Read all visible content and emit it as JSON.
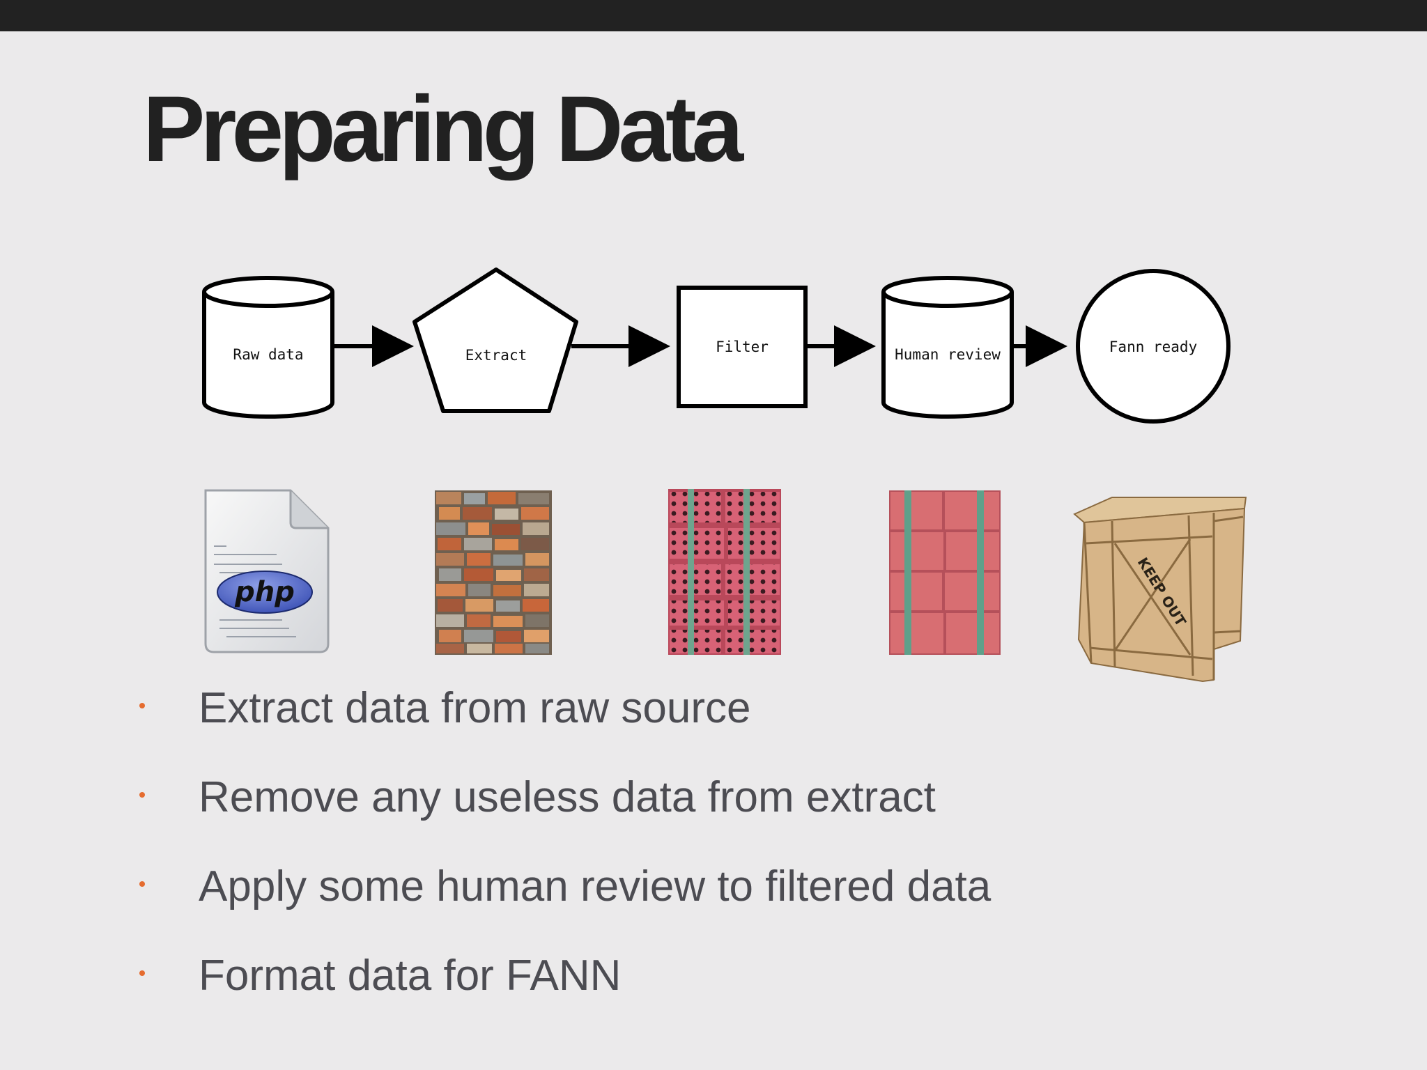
{
  "slide": {
    "title": "Preparing Data",
    "accent_color": "#e56c2f",
    "background": "#ebeaeb"
  },
  "flow": {
    "nodes": [
      {
        "label": "Raw data",
        "shape": "cylinder"
      },
      {
        "label": "Extract",
        "shape": "pentagon"
      },
      {
        "label": "Filter",
        "shape": "square"
      },
      {
        "label": "Human review",
        "shape": "cylinder"
      },
      {
        "label": "Fann ready",
        "shape": "circle"
      }
    ]
  },
  "images": {
    "php_file": {
      "logo_text": "php",
      "icon": "php-file-icon"
    },
    "rubble_bricks": {
      "icon": "rubble-bricks-image"
    },
    "holed_bricks": {
      "icon": "holed-red-bricks-image"
    },
    "strapped_bricks": {
      "icon": "strapped-red-bricks-image"
    },
    "crate": {
      "stencil_text": "KEEP OUT",
      "icon": "wooden-crate-image"
    }
  },
  "bullets": [
    "Extract data from raw source",
    "Remove any useless data from extract",
    "Apply some human review to filtered data",
    "Format data for FANN"
  ]
}
